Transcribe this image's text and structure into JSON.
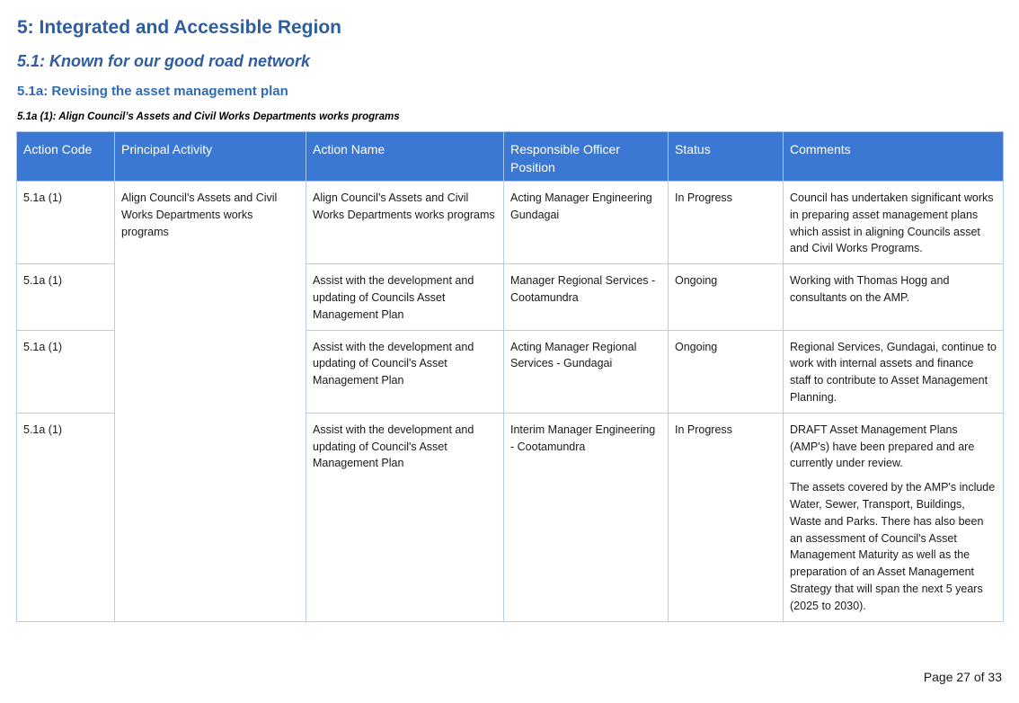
{
  "heading1": "5: Integrated and Accessible Region",
  "heading2": "5.1: Known for our good road network",
  "heading3": "5.1a: Revising the asset management plan",
  "heading4": "5.1a (1): Align Council’s Assets and Civil Works Departments works programs",
  "table": {
    "headers": [
      "Action Code",
      "Principal Activity",
      "Action Name",
      "Responsible Officer Position",
      "Status",
      "Comments"
    ],
    "principal_activity": "Align Council's Assets and Civil Works Departments works programs",
    "rows": [
      {
        "code": "5.1a (1)",
        "action": "Align Council's Assets and Civil Works Departments works programs",
        "officer": "Acting Manager Engineering Gundagai",
        "status": "In Progress",
        "comments": "Council has undertaken significant works in preparing asset management plans which assist in aligning Councils asset and Civil Works Programs.",
        "comments_2": ""
      },
      {
        "code": "5.1a (1)",
        "action": "Assist with the development and updating of Councils Asset Management Plan",
        "officer": "Manager Regional Services - Cootamundra",
        "status": "Ongoing",
        "comments": "Working with Thomas Hogg and consultants on the AMP.",
        "comments_2": ""
      },
      {
        "code": "5.1a (1)",
        "action": "Assist with the development and updating of Council's Asset Management Plan",
        "officer": "Acting Manager Regional Services - Gundagai",
        "status": "Ongoing",
        "comments": "Regional Services, Gundagai, continue to work with internal assets and finance staff to contribute to Asset Management Planning.",
        "comments_2": ""
      },
      {
        "code": "5.1a (1)",
        "action": "Assist with the development and updating of Council's Asset Management Plan",
        "officer": "Interim Manager Engineering - Cootamundra",
        "status": "In Progress",
        "comments": "DRAFT Asset Management Plans (AMP's) have been prepared and are currently under review.",
        "comments_2": "The assets covered by the AMP's include Water, Sewer, Transport, Buildings, Waste and Parks. There has also been an assessment of Council's Asset Management Maturity as well as the preparation of an Asset Management Strategy that will span the next 5 years (2025 to 2030)."
      }
    ]
  },
  "page_number": "Page 27 of 33"
}
